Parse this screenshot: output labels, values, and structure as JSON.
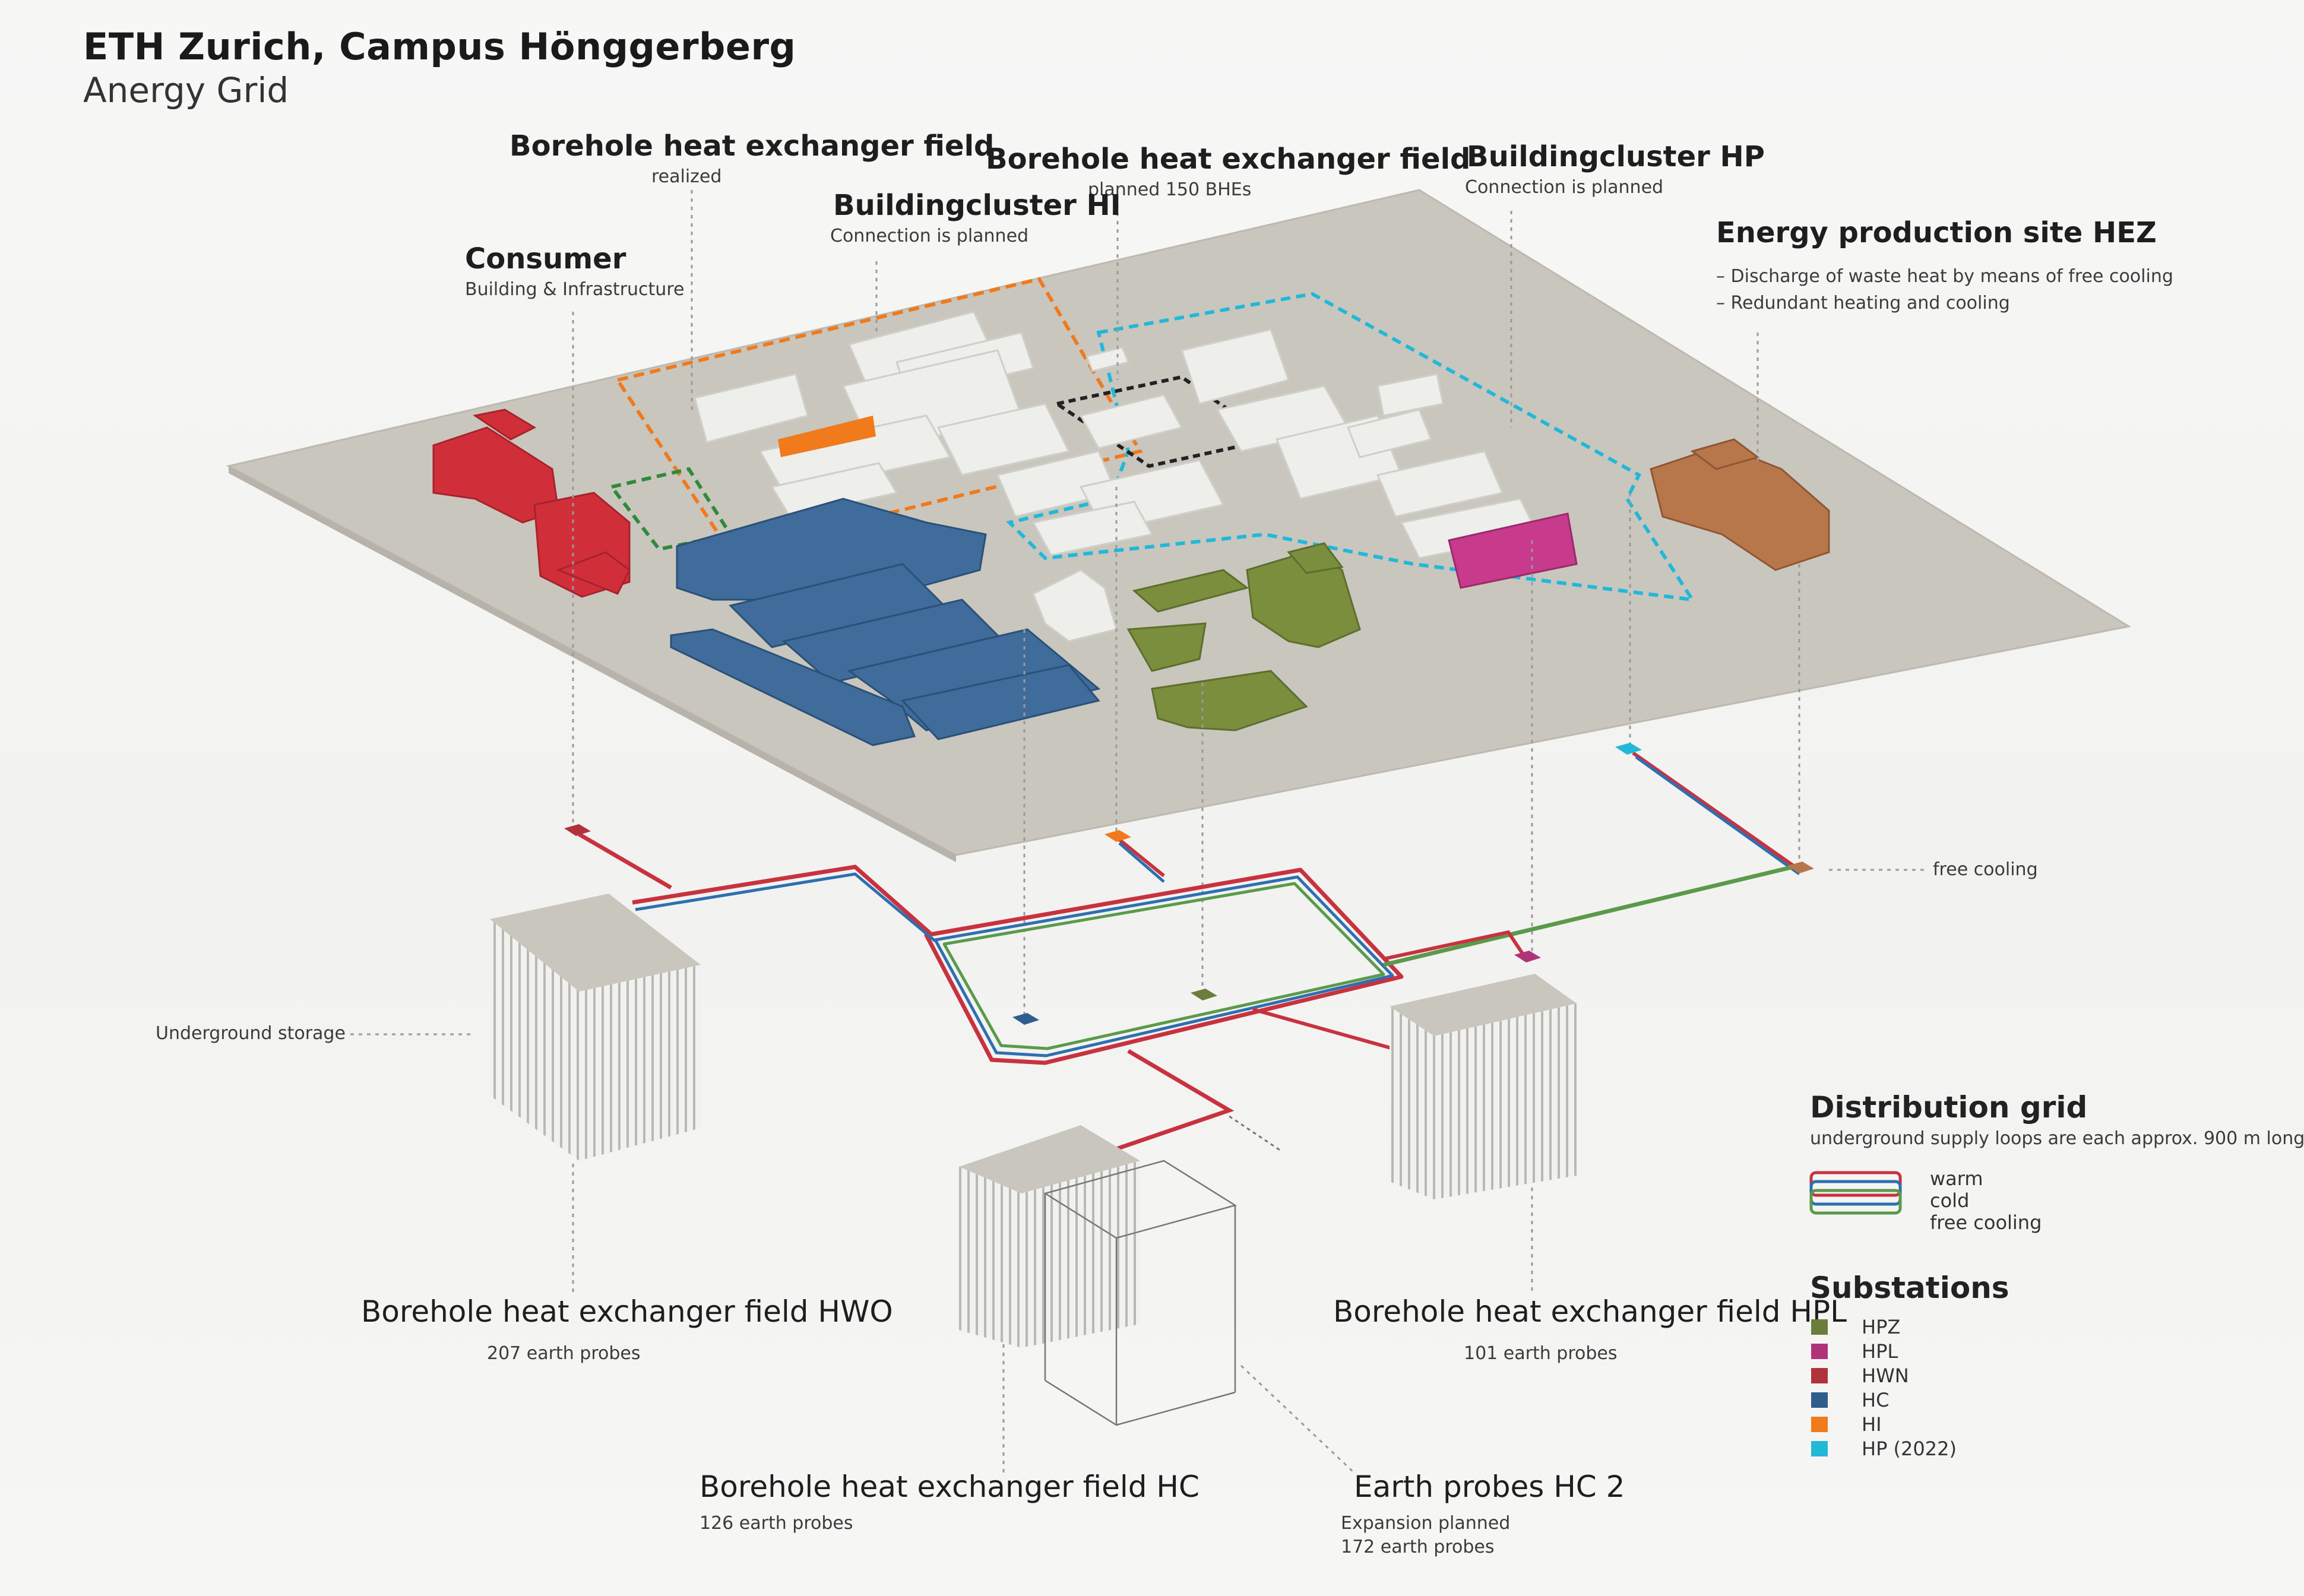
{
  "title": {
    "main": "ETH Zurich, Campus Hönggerberg",
    "sub": "Anergy Grid"
  },
  "labels": {
    "bhe_realized": {
      "title": "Borehole heat exchanger field",
      "sub": "realized"
    },
    "bhe_planned": {
      "title": "Borehole heat exchanger field",
      "sub": "planned 150 BHEs"
    },
    "cluster_hi": {
      "title": "Buildingcluster HI",
      "sub": "Connection is planned"
    },
    "cluster_hp": {
      "title": "Buildingcluster HP",
      "sub": "Connection is planned"
    },
    "consumer": {
      "title": "Consumer",
      "sub": "Building & Infrastructure"
    },
    "hez": {
      "title": "Energy production site HEZ",
      "bullets": [
        "–  Discharge of waste heat by means of free cooling",
        "–  Redundant heating and cooling"
      ]
    },
    "free_cooling": "free cooling",
    "underground_storage": "Underground storage",
    "hwo": {
      "title": "Borehole heat exchanger field HWO",
      "sub": "207 earth probes"
    },
    "hpl": {
      "title": "Borehole heat exchanger field HPL",
      "sub": "101 earth probes"
    },
    "hc": {
      "title": "Borehole heat exchanger field HC",
      "sub": "126 earth probes"
    },
    "hc2": {
      "title": "Earth probes HC 2",
      "sub1": "Expansion planned",
      "sub2": "172 earth probes"
    }
  },
  "legend": {
    "grid": {
      "title": "Distribution grid",
      "sub": "underground supply loops are each approx. 900 m long",
      "items": [
        {
          "label": "warm",
          "color": "#c8323f"
        },
        {
          "label": "cold",
          "color": "#2e6fb0"
        },
        {
          "label": "free cooling",
          "color": "#5a9a4a"
        }
      ]
    },
    "substations": {
      "title": "Substations",
      "items": [
        {
          "label": "HPZ",
          "color": "#6b7d3a"
        },
        {
          "label": "HPL",
          "color": "#b0337a"
        },
        {
          "label": "HWN",
          "color": "#b0323c"
        },
        {
          "label": "HC",
          "color": "#2f5d8c"
        },
        {
          "label": "HI",
          "color": "#f07a1c"
        },
        {
          "label": "HP (2022)",
          "color": "#22b8d8"
        }
      ]
    }
  }
}
